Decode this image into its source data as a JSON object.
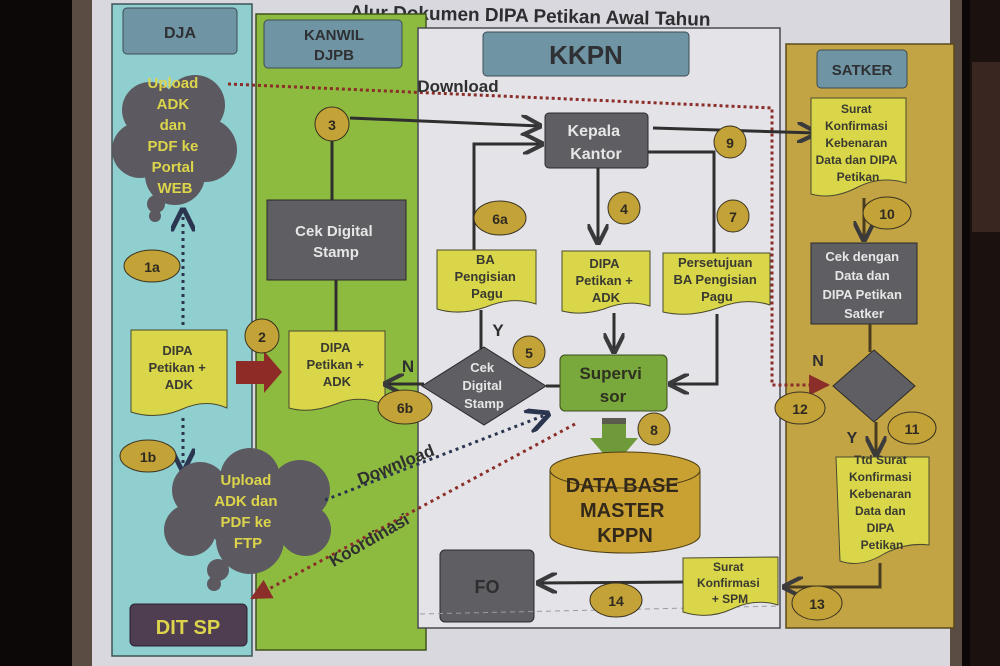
{
  "title": "Alur Dokumen DIPA Petikan Awal Tahun",
  "lanes": {
    "dja": "DJA",
    "kanwil": [
      "KANWIL",
      "DJPB"
    ],
    "kppn": "KKPN",
    "satker": "SATKER"
  },
  "nodes": {
    "upload_web": [
      "Upload",
      "ADK",
      "dan",
      "PDF ke",
      "Portal",
      "WEB"
    ],
    "dja_dipa": [
      "DIPA",
      "Petikan +",
      "ADK"
    ],
    "upload_ftp": [
      "Upload",
      "ADK dan",
      "PDF ke",
      "FTP"
    ],
    "dit_sp": "DIT  SP",
    "cek_digital_stamp_box": [
      "Cek Digital",
      "Stamp"
    ],
    "kanwil_dipa": [
      "DIPA",
      "Petikan +",
      "ADK"
    ],
    "kepala_kantor": [
      "Kepala",
      "Kantor"
    ],
    "ba_pengisian": [
      "BA",
      "Pengisian",
      "Pagu"
    ],
    "kppn_dipa": [
      "DIPA",
      "Petikan +",
      "ADK"
    ],
    "persetujuan": [
      "Persetujuan",
      "BA  Pengisian",
      "Pagu"
    ],
    "cek_digital_stamp_diamond": [
      "Cek",
      "Digital",
      "Stamp"
    ],
    "supervisor": [
      "Supervi",
      "sor"
    ],
    "database": [
      "DATA BASE",
      "MASTER",
      "KPPN"
    ],
    "fo": "FO",
    "surat_spm": [
      "Surat",
      "Konfirmasi",
      "+ SPM"
    ],
    "satker_surat": [
      "Surat",
      "Konfirmasi",
      "Kebenaran",
      "Data dan DIPA",
      "Petikan"
    ],
    "satker_cek": [
      "Cek  dengan",
      "Data dan",
      "DIPA Petikan",
      "Satker"
    ],
    "satker_ttd": [
      "Ttd Surat",
      "Konfirmasi",
      "Kebenaran",
      "Data dan",
      "DIPA",
      "Petikan"
    ]
  },
  "step_badges": [
    "1a",
    "1b",
    "2",
    "3",
    "4",
    "5",
    "6a",
    "6b",
    "7",
    "8",
    "9",
    "10",
    "11",
    "12",
    "13",
    "14"
  ],
  "edge_labels": {
    "download_top": "Download",
    "download_mid": "Download",
    "koordinasi": "Koordinasi",
    "yes": "Y",
    "no": "N"
  },
  "colors": {
    "dja_lane": "#8fcfcf",
    "kanwil_lane": "#8dbb3f",
    "kppn_lane": "#e4e4e8",
    "satker_lane": "#c2a445",
    "lane_header": "#6f94a3",
    "document": "#d9d64a",
    "dark_box": "#5f5f63",
    "badge": "#c3a238",
    "cloud": "#5c5a60",
    "cloud_text": "#dcd44a",
    "supervisor": "#79a83c",
    "database": "#c9a133",
    "dotted_red": "#8b2d28",
    "dotted_blue": "#2b3550",
    "arrow_red": "#8e2b26",
    "dit_sp": "#4f3d52"
  }
}
